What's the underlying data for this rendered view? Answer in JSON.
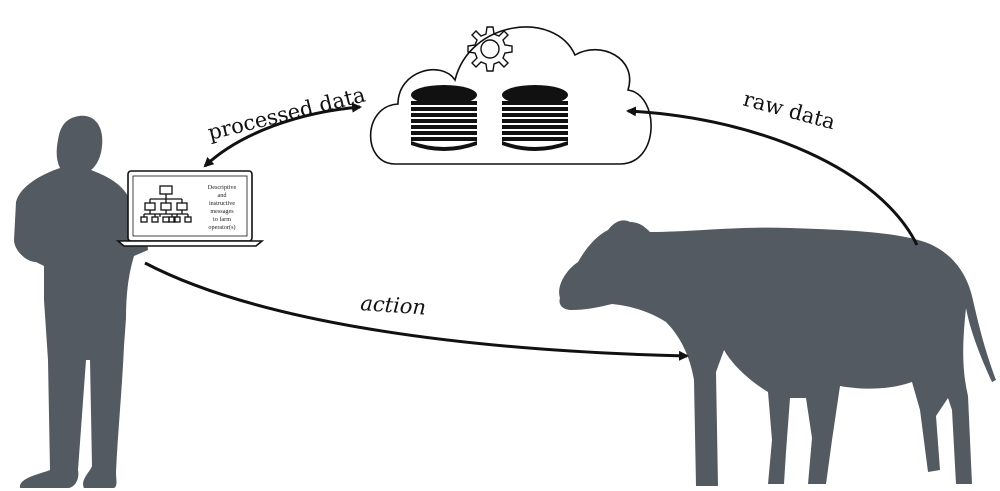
{
  "labels": {
    "processed_data": "processed data",
    "raw_data": "raw data",
    "action": "action"
  },
  "laptop_screen": {
    "lines": [
      "Descriptive",
      "and",
      "instructive",
      "messages",
      "to farm",
      "operator(s)"
    ]
  },
  "colors": {
    "silhouette": "#535a62",
    "stroke": "#111111",
    "background": "#ffffff"
  },
  "icons": [
    "person-silhouette",
    "cow-silhouette",
    "cloud-icon",
    "gear-icon",
    "database-icon",
    "laptop-icon",
    "hierarchy-icon"
  ]
}
